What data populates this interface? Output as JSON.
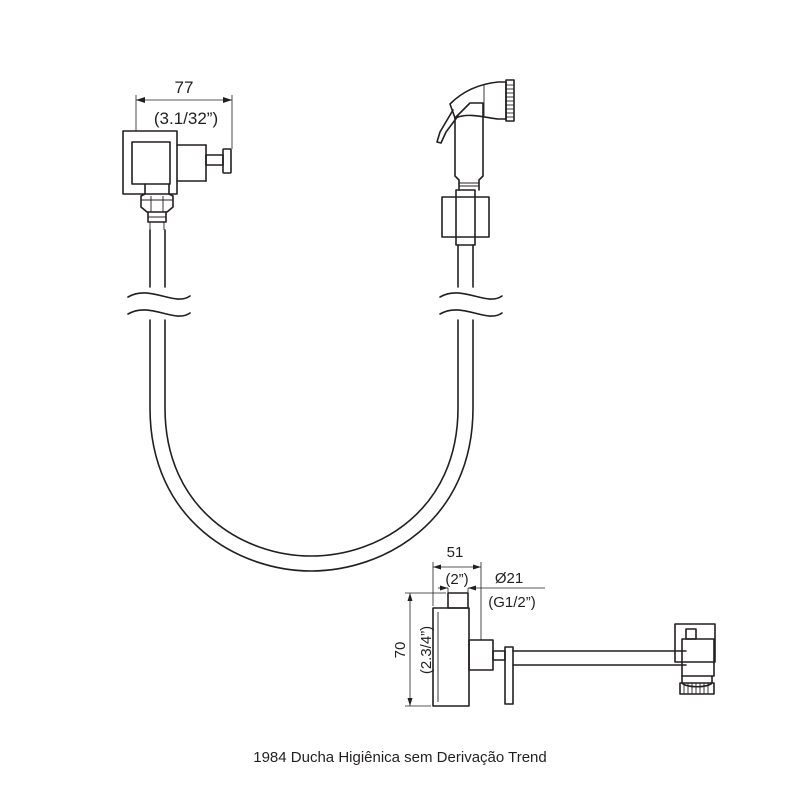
{
  "dimensions": {
    "width_top": {
      "metric": "77",
      "imperial": "(3.1/32”)"
    },
    "width_bottom": {
      "metric": "51",
      "imperial": "(2”)"
    },
    "diameter": {
      "metric": "Ø21",
      "imperial": "(G1/2”)"
    },
    "height": {
      "metric": "70",
      "imperial": "(2.3/4”)"
    }
  },
  "caption": "1984 Ducha Higiênica sem Derivação Trend"
}
